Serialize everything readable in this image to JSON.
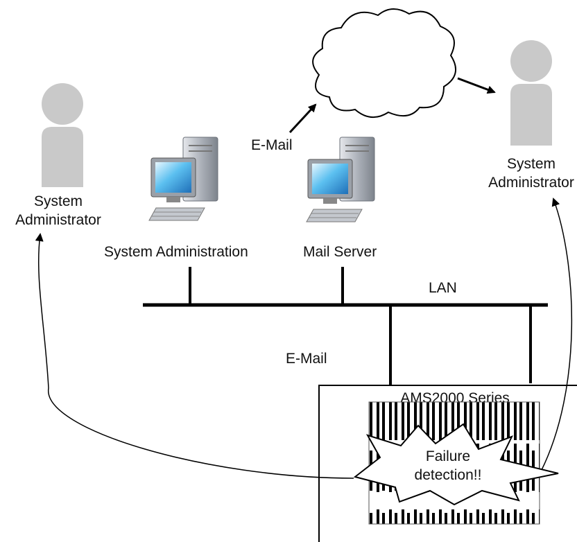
{
  "labels": {
    "admin_left_line1": "System",
    "admin_left_line2": "Administrator",
    "admin_right_line1": "System",
    "admin_right_line2": "Administrator",
    "email_top": "E-Mail",
    "email_bottom": "E-Mail",
    "system_administration": "System Administration",
    "mail_server": "Mail Server",
    "lan": "LAN",
    "storage": "AMS2000 Series",
    "failure_line1": "Failure",
    "failure_line2": "detection!!"
  },
  "icons": {
    "person": "person-icon",
    "server_workstation": "server-workstation-icon",
    "cloud": "internet-cloud-icon",
    "burst": "failure-burst-icon"
  },
  "colors": {
    "person_fill": "#c9c9c9",
    "line": "#000000",
    "monitor_screen": "#3aa0e0",
    "tower": "#b8bcc4"
  }
}
